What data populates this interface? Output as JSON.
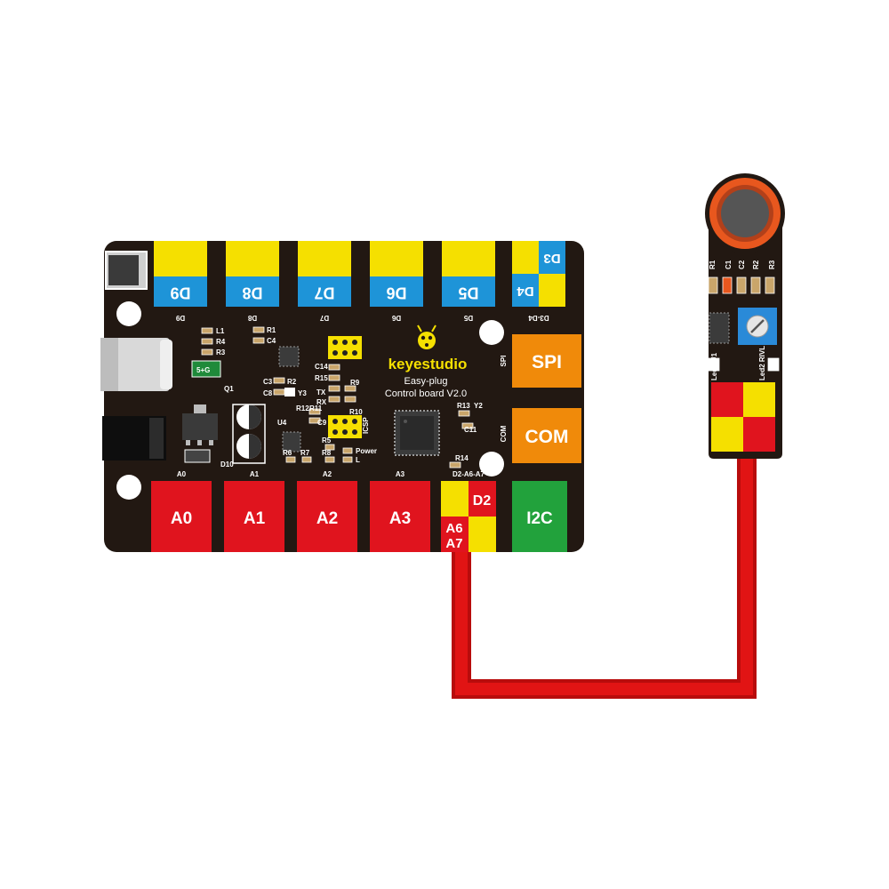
{
  "board": {
    "brand": "keyestudio",
    "subtitle1": "Easy-plug",
    "subtitle2": "Control board V2.0",
    "top_ports": [
      {
        "label": "D9",
        "silk": "D9"
      },
      {
        "label": "D8",
        "silk": "D8"
      },
      {
        "label": "D7",
        "silk": "D7"
      },
      {
        "label": "D6",
        "silk": "D6"
      },
      {
        "label": "D5",
        "silk": "D5"
      }
    ],
    "d3d4": {
      "top": "D3",
      "bottom": "D4",
      "silk": "D3-D4"
    },
    "bottom_ports": [
      {
        "label": "A0",
        "silk": "A0"
      },
      {
        "label": "A1",
        "silk": "A1"
      },
      {
        "label": "A2",
        "silk": "A2"
      },
      {
        "label": "A3",
        "silk": "A3"
      }
    ],
    "mixed_port": {
      "d": "D2",
      "a6": "A6",
      "a7": "A7",
      "silk": "D2-A6-A7"
    },
    "spi": {
      "label": "SPI",
      "silk": "SPI"
    },
    "com": {
      "label": "COM",
      "silk": "COM"
    },
    "i2c": {
      "label": "I2C"
    },
    "silk": {
      "l1": "L1",
      "r4": "R4",
      "r3": "R3",
      "r1": "R1",
      "c4": "C4",
      "c3": "C3",
      "r2": "R2",
      "c8": "C8",
      "y3": "Y3",
      "q1": "Q1",
      "c14": "C14",
      "r15": "R15",
      "r9": "R9",
      "tx": "TX",
      "rx": "RX",
      "r12": "R12",
      "r11": "R11",
      "c9": "C9",
      "u4": "U4",
      "icsp": "ICSP",
      "r10": "R10",
      "r5": "R5",
      "r6": "R6",
      "r7": "R7",
      "r8": "R8",
      "power": "Power",
      "l": "L",
      "d10": "D10",
      "r13": "R13",
      "y2": "Y2",
      "c11": "C11",
      "r14": "R14",
      "g5": "5+G"
    }
  },
  "sensor": {
    "silk": {
      "r1": "R1",
      "c1": "C1",
      "c2": "C2",
      "r2": "R2",
      "r3": "R3",
      "led1": "Led1 U1",
      "led2": "Led2 RIVL"
    }
  },
  "wire_color": "#e11414"
}
